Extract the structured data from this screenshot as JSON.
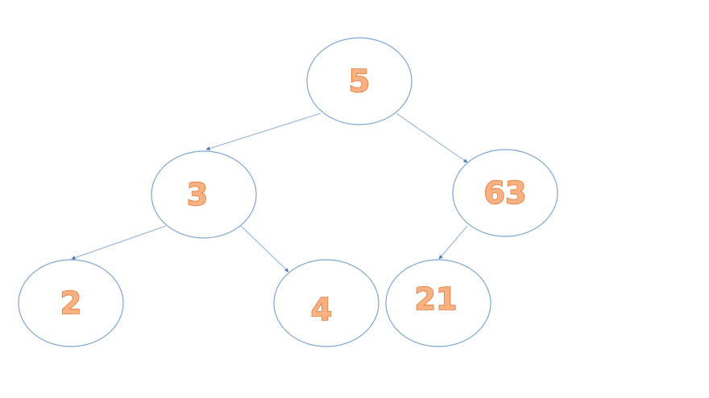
{
  "tree": {
    "nodes": [
      {
        "id": "root",
        "label": "5"
      },
      {
        "id": "left",
        "label": "3"
      },
      {
        "id": "right",
        "label": "63"
      },
      {
        "id": "left-left",
        "label": "2"
      },
      {
        "id": "left-right",
        "label": "4"
      },
      {
        "id": "right-left",
        "label": "21"
      }
    ],
    "edges": [
      {
        "from": "root",
        "to": "left"
      },
      {
        "from": "root",
        "to": "right"
      },
      {
        "from": "left",
        "to": "left-left"
      },
      {
        "from": "left",
        "to": "left-right"
      },
      {
        "from": "right",
        "to": "right-left"
      }
    ]
  },
  "colors": {
    "node_border": "#7ea6d4",
    "edge": "#8fb0d8",
    "label_fill": "#f7b183",
    "label_outline": "#e8772e"
  }
}
